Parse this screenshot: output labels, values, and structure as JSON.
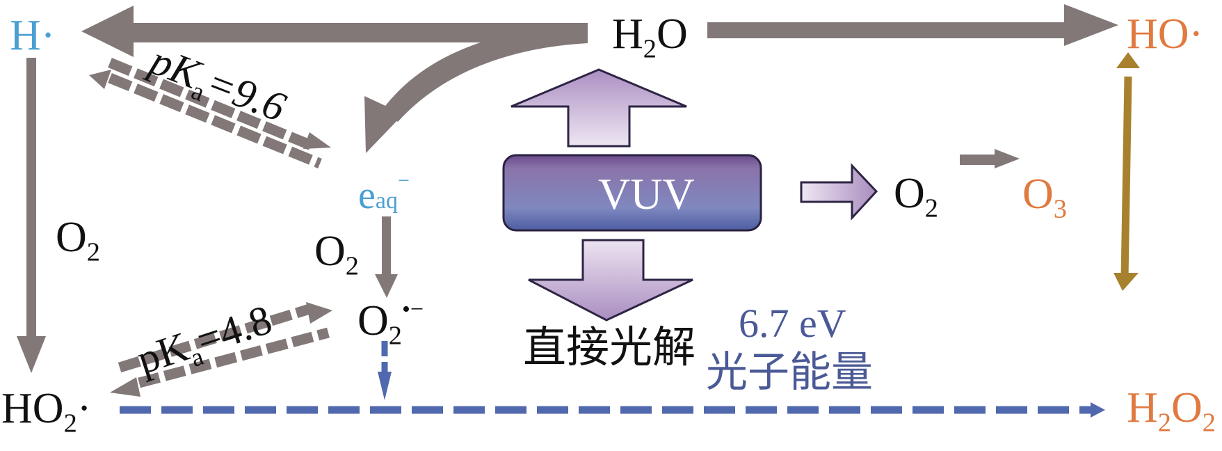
{
  "species": {
    "h_radical": "H·",
    "h2o_main": "H",
    "h2o_sub": "2",
    "h2o_tail": "O",
    "ho_radical": "HO·",
    "eaq_main": "e",
    "eaq_sub": "aq",
    "eaq_sup": "−",
    "o2_left_main": "O",
    "o2_left_sub": "2",
    "o2_mid_main": "O",
    "o2_mid_sub": "2",
    "superoxide_main": "O",
    "superoxide_sub": "2",
    "superoxide_sup": "•−",
    "ho2_main": "HO",
    "ho2_sub": "2",
    "ho2_tail": "·",
    "o2_right_main": "O",
    "o2_right_sub": "2",
    "o3_main": "O",
    "o3_sub": "3",
    "h2o2_a": "H",
    "h2o2_sub1": "2",
    "h2o2_b": "O",
    "h2o2_sub2": "2"
  },
  "labels": {
    "pka_upper_p": "p",
    "pka_upper_k": "K",
    "pka_upper_sub": "a",
    "pka_upper_val": "=9.6",
    "pka_lower_p": "p",
    "pka_lower_k": "K",
    "pka_lower_sub": "a",
    "pka_lower_val": "=4.8",
    "vuv": "VUV",
    "direct_photolysis": "直接光解",
    "photon_energy_value": "6.7 eV",
    "photon_energy_label": "光子能量"
  },
  "colors": {
    "gray_arrow": "#827877",
    "blue_dashed": "#5068ad",
    "gold_arrow": "#a8812f",
    "box_top": "#7a5a98",
    "box_bottom": "#6c7fbd",
    "light_arrow_top": "#b499c6",
    "light_arrow_bottom": "#ece2f0"
  }
}
